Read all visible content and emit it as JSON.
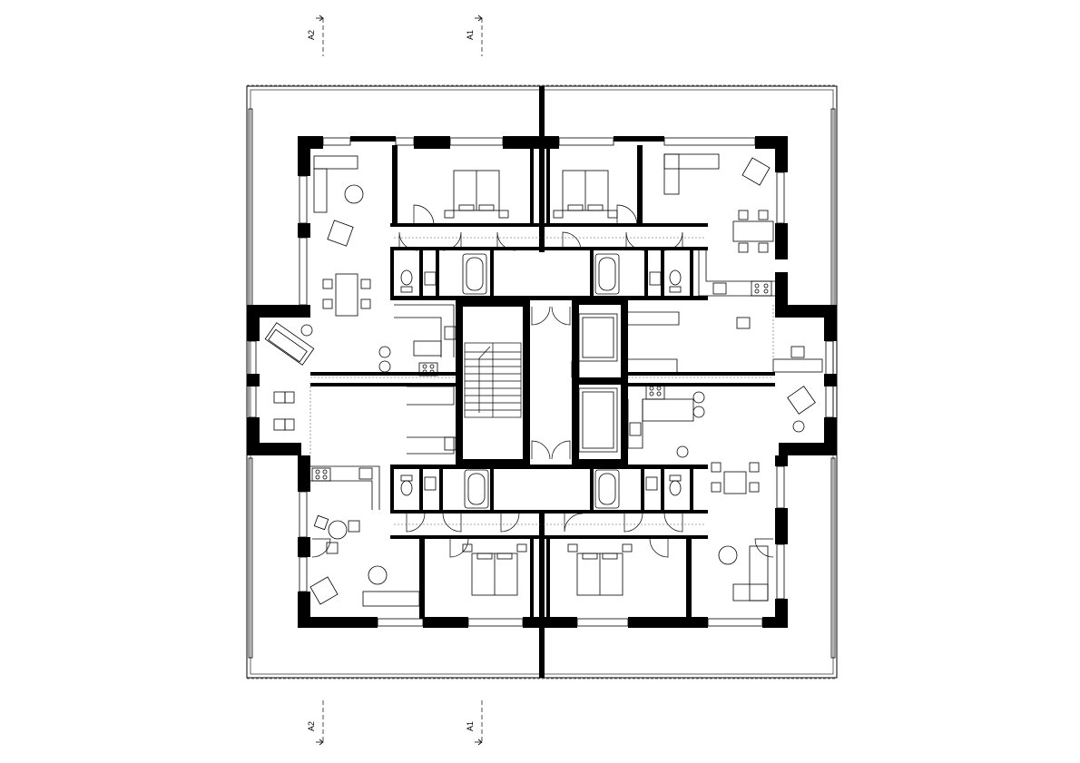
{
  "section_markers": {
    "top_left": "A2",
    "top_right": "A1",
    "bottom_left": "A2",
    "bottom_right": "A1"
  },
  "colors": {
    "wall": "#000000",
    "line": "#000000",
    "paper": "#ffffff",
    "dash": "#555555"
  },
  "counts": {
    "apartments": 4,
    "bedrooms": 4,
    "stairs": 1,
    "elevators": 2
  }
}
